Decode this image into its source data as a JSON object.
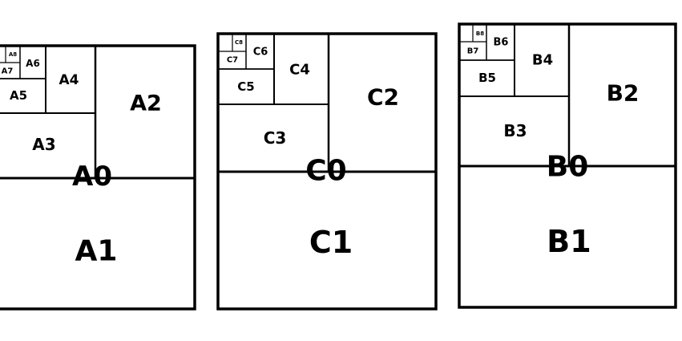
{
  "sheets": {
    "a": {
      "labels": {
        "a0": "A0",
        "a1": "A1",
        "a2": "A2",
        "a3": "A3",
        "a4": "A4",
        "a5": "A5",
        "a6": "A6",
        "a7": "A7",
        "a8": "A8"
      }
    },
    "c": {
      "labels": {
        "c0": "C0",
        "c1": "C1",
        "c2": "C2",
        "c3": "C3",
        "c4": "C4",
        "c5": "C5",
        "c6": "C6",
        "c7": "C7",
        "c8": "C8"
      }
    },
    "b": {
      "labels": {
        "b0": "B0",
        "b1": "B1",
        "b2": "B2",
        "b3": "B3",
        "b4": "B4",
        "b5": "B5",
        "b6": "B6",
        "b7": "B7",
        "b8": "B8"
      }
    }
  },
  "colors": {
    "stroke": "#000000",
    "background": "#ffffff"
  }
}
